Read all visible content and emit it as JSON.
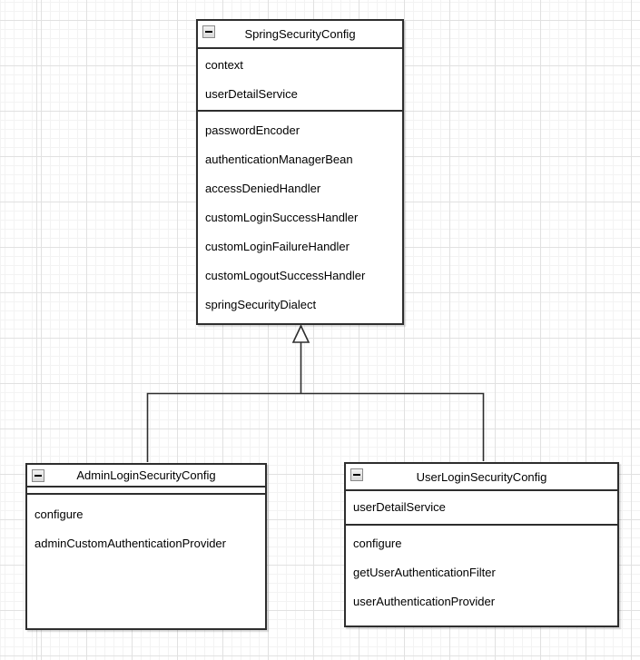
{
  "canvas": {
    "background": "#ffffff",
    "grid_minor_color": "#f3f3f3",
    "grid_major_color": "#e1e1e1"
  },
  "style": {
    "stroke_color": "#2e2e2e",
    "text_color": "#000000",
    "shape_fill": "#ffffff"
  },
  "classes": {
    "spring": {
      "title": "SpringSecurityConfig",
      "collapse_icon": "minus",
      "attributes": [
        "context",
        "userDetailService"
      ],
      "methods": [
        "passwordEncoder",
        "authenticationManagerBean",
        "accessDeniedHandler",
        "customLoginSuccessHandler",
        "customLoginFailureHandler",
        "customLogoutSuccessHandler",
        "springSecurityDialect"
      ]
    },
    "admin": {
      "title": "AdminLoginSecurityConfig",
      "collapse_icon": "minus",
      "attributes": [],
      "methods": [
        "configure",
        "adminCustomAuthenticationProvider"
      ]
    },
    "user": {
      "title": "UserLoginSecurityConfig",
      "collapse_icon": "minus",
      "attributes": [
        "userDetailService"
      ],
      "methods": [
        "configure",
        "getUserAuthenticationFilter",
        "userAuthenticationProvider"
      ]
    }
  },
  "relationships": [
    {
      "type": "inheritance",
      "from": "AdminLoginSecurityConfig",
      "to": "SpringSecurityConfig"
    },
    {
      "type": "inheritance",
      "from": "UserLoginSecurityConfig",
      "to": "SpringSecurityConfig"
    }
  ]
}
